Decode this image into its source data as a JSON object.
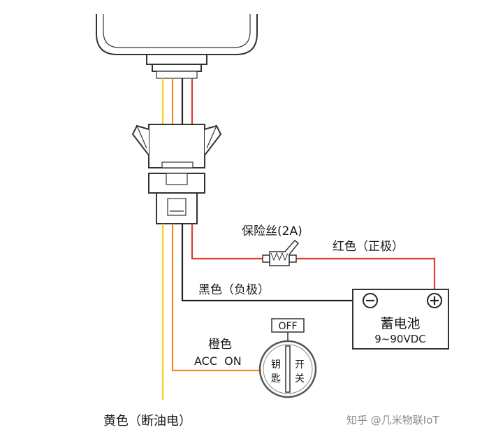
{
  "labels": {
    "fuse": "保险丝(2A)",
    "red_wire": "红色（正极）",
    "black_wire": "黑色（负极）",
    "orange_wire_line1": "橙色",
    "orange_wire_line2": "ACC  ON",
    "yellow_wire": "黄色（断油电）",
    "battery_name": "蓄电池",
    "battery_voltage": "9~90VDC",
    "battery_minus": "−",
    "battery_plus": "+",
    "key_off": "OFF",
    "key_left_1": "钥",
    "key_left_2": "匙",
    "key_right_1": "开",
    "key_right_2": "关",
    "watermark": "知乎 @几米物联IoT"
  },
  "colors": {
    "red": "#e53935",
    "black": "#222222",
    "orange": "#f28c28",
    "yellow": "#f2d21e",
    "outline": "#333333"
  }
}
